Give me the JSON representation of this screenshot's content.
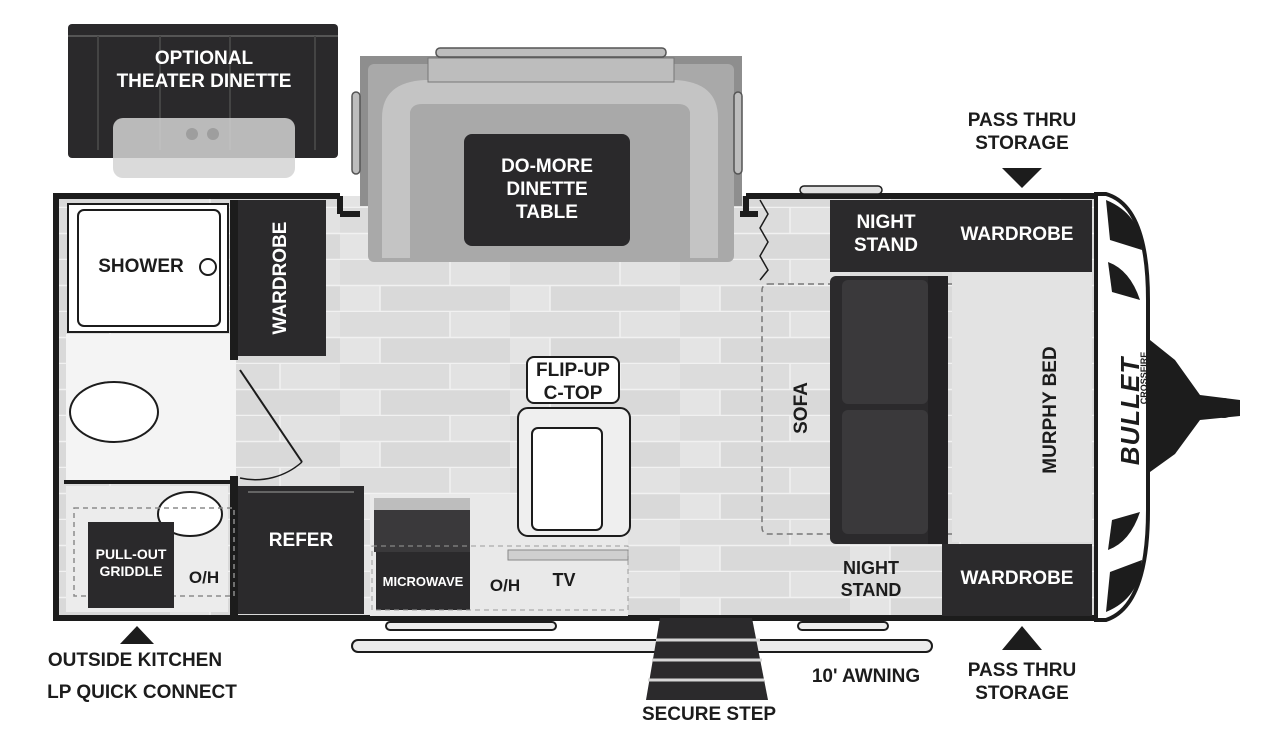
{
  "labels": {
    "optional_theater_dinette": [
      "OPTIONAL",
      "THEATER DINETTE"
    ],
    "dinette_table": [
      "DO-MORE",
      "DINETTE",
      "TABLE"
    ],
    "pass_thru_storage_top": [
      "PASS THRU",
      "STORAGE"
    ],
    "pass_thru_storage_bottom": [
      "PASS THRU",
      "STORAGE"
    ],
    "night_stand_top": [
      "NIGHT",
      "STAND"
    ],
    "night_stand_bottom": [
      "NIGHT",
      "STAND"
    ],
    "wardrobe_top_right": "WARDROBE",
    "wardrobe_bottom_right": "WARDROBE",
    "wardrobe_left": "WARDROBE",
    "shower": "SHOWER",
    "murphy_bed": "MURPHY BED",
    "sofa": "SOFA",
    "flip_up_ctop": [
      "FLIP-UP",
      "C-TOP"
    ],
    "refer": "REFER",
    "microwave": "MICROWAVE",
    "oh_kitchen": "O/H",
    "oh_bath": "O/H",
    "tv": "TV",
    "pull_out_griddle": [
      "PULL-OUT",
      "GRIDDLE"
    ],
    "outside_kitchen": "OUTSIDE KITCHEN",
    "lp_quick_connect": "LP QUICK CONNECT",
    "secure_step": "SECURE STEP",
    "awning": "10' AWNING",
    "brand_logo": "BULLET",
    "brand_sub": "CROSSFIRE"
  },
  "colors": {
    "wall": "#1c1c1c",
    "cabinet": "#2b2a2c",
    "floor_light": "#e4e4e4",
    "floor_plank": "#d6d6d6",
    "dinette_frame": "#9a9a9a",
    "dinette_bench": "#bdbdbd"
  }
}
